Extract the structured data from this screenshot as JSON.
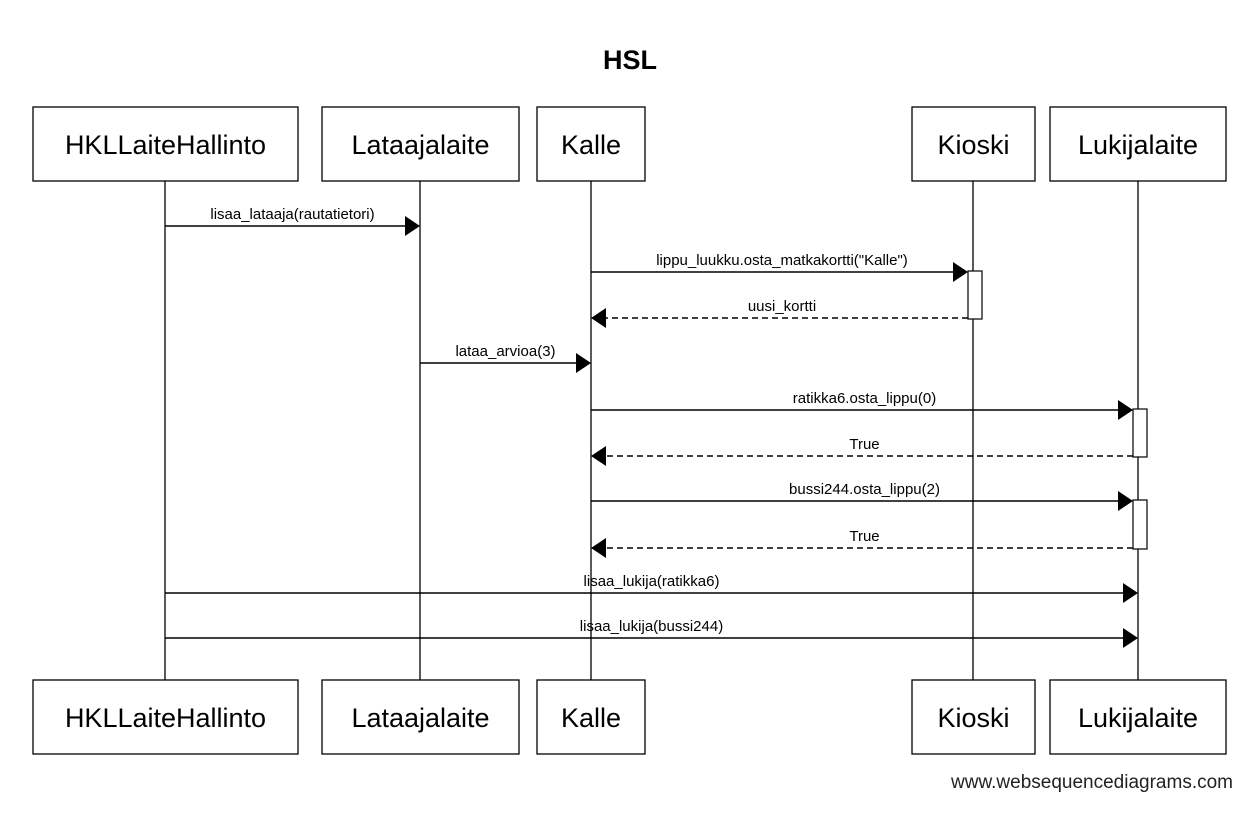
{
  "diagram": {
    "title": "HSL",
    "participants": [
      {
        "id": "hkl",
        "name": "HKLLaiteHallinto"
      },
      {
        "id": "lataaja",
        "name": "Lataajalaite"
      },
      {
        "id": "kalle",
        "name": "Kalle"
      },
      {
        "id": "kioski",
        "name": "Kioski"
      },
      {
        "id": "lukija",
        "name": "Lukijalaite"
      }
    ],
    "messages": [
      {
        "from": "hkl",
        "to": "lataaja",
        "label": "lisaa_lataaja(rautatietori)",
        "kind": "call"
      },
      {
        "from": "kalle",
        "to": "kioski",
        "label": "lippu_luukku.osta_matkakortti(\"Kalle\")",
        "kind": "call"
      },
      {
        "from": "kioski",
        "to": "kalle",
        "label": "uusi_kortti",
        "kind": "return"
      },
      {
        "from": "lataaja",
        "to": "kalle",
        "label": "lataa_arvioa(3)",
        "kind": "call"
      },
      {
        "from": "kalle",
        "to": "lukija",
        "label": "ratikka6.osta_lippu(0)",
        "kind": "call"
      },
      {
        "from": "lukija",
        "to": "kalle",
        "label": "True",
        "kind": "return"
      },
      {
        "from": "kalle",
        "to": "lukija",
        "label": "bussi244.osta_lippu(2)",
        "kind": "call"
      },
      {
        "from": "lukija",
        "to": "kalle",
        "label": "True",
        "kind": "return"
      },
      {
        "from": "hkl",
        "to": "lukija",
        "label": "lisaa_lukija(ratikka6)",
        "kind": "call"
      },
      {
        "from": "hkl",
        "to": "lukija",
        "label": "lisaa_lukija(bussi244)",
        "kind": "call"
      }
    ],
    "activations": [
      {
        "participant": "kioski",
        "from_message": 1,
        "to_message": 2
      },
      {
        "participant": "lukija",
        "from_message": 4,
        "to_message": 5
      },
      {
        "participant": "lukija",
        "from_message": 6,
        "to_message": 7
      }
    ],
    "watermark": "www.websequencediagrams.com"
  }
}
